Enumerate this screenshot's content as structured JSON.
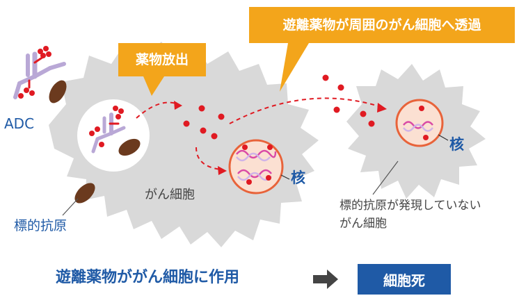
{
  "labels": {
    "adc": "ADC",
    "antigen": "標的抗原",
    "cancer_cell": "がん細胞",
    "nucleus_1": "核",
    "nucleus_2": "核",
    "non_expressing_line1": "標的抗原が発現していない",
    "non_expressing_line2": "がん細胞"
  },
  "callouts": {
    "drug_release": "薬物放出",
    "bystander": "遊離薬物が周囲のがん細胞へ透過"
  },
  "bottom": {
    "statement": "遊離薬物ががん細胞に作用",
    "arrow": "➡",
    "result": "細胞死"
  },
  "colors": {
    "cell_gray": "#d9d9d9",
    "callout_orange": "#f3a51b",
    "drug_red": "#e01a22",
    "antibody_purple": "#b9a8d6",
    "antigen_brown": "#6b3a1e",
    "nucleus_fill": "#fbe0d2",
    "nucleus_stroke": "#e8633a",
    "dna_pink": "#d94aa6",
    "label_blue": "#1f5aa6"
  }
}
